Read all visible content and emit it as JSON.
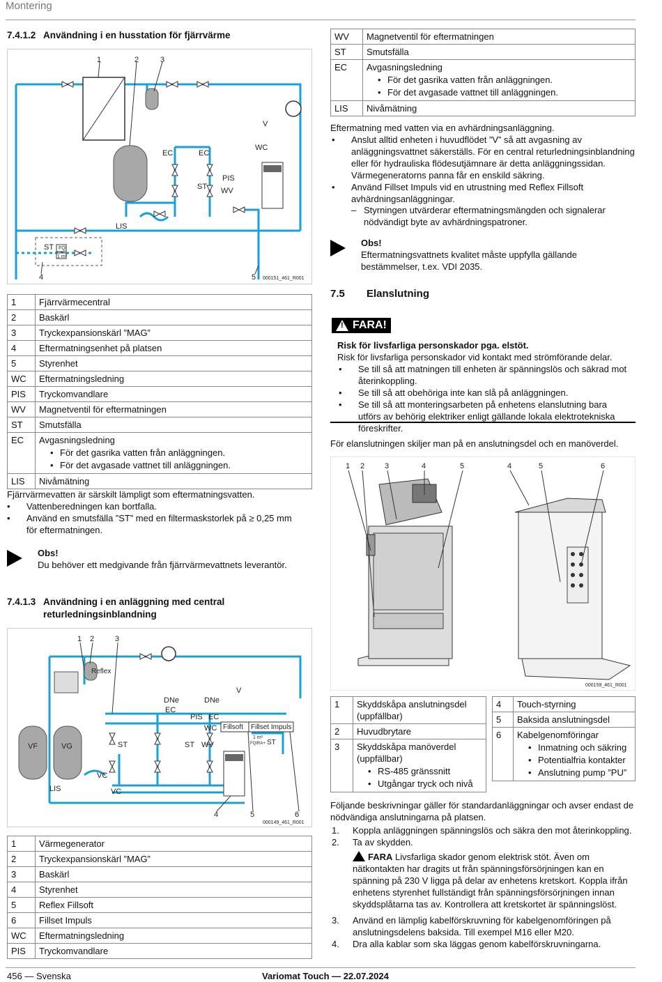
{
  "header": {
    "title": "Montering"
  },
  "footer": {
    "page": "456",
    "sep": "—",
    "language": "Svenska",
    "doc": "Variomat Touch — 22.07.2024"
  },
  "sec1": {
    "num": "7.4.1.2",
    "title": "Användning i en husstation för fjärrvärme"
  },
  "fig1": {
    "callouts": [
      "1",
      "2",
      "3",
      "4",
      "5"
    ],
    "labels": {
      "ec1": "EC",
      "ec2": "EC",
      "wc": "WC",
      "pis": "PIS",
      "st": "ST",
      "wv": "WV",
      "lis": "LIS",
      "v": "V",
      "st2": "ST",
      "fqi": "FQI",
      "m3": "1 m³"
    },
    "code": "000151_461_R001"
  },
  "table1": [
    {
      "k": "1",
      "v": "Fjärrvärmecentral"
    },
    {
      "k": "2",
      "v": "Baskärl"
    },
    {
      "k": "3",
      "v": "Tryckexpansionskärl ”MAG”"
    },
    {
      "k": "4",
      "v": "Eftermatningsenhet på platsen"
    },
    {
      "k": "5",
      "v": "Styrenhet"
    },
    {
      "k": "WC",
      "v": "Eftermatningsledning"
    },
    {
      "k": "PIS",
      "v": "Tryckomvandlare"
    },
    {
      "k": "WV",
      "v": "Magnetventil för eftermatningen"
    },
    {
      "k": "ST",
      "v": "Smutsfälla"
    },
    {
      "k": "EC",
      "v": "Avgasningsledning",
      "items": [
        "För det gasrika vatten från anläggningen.",
        "För det avgasade vattnet till anläggningen."
      ]
    },
    {
      "k": "LIS",
      "v": "Nivåmätning"
    }
  ],
  "para1": "Fjärrvärmevatten är särskilt lämpligt som eftermatningsvatten.",
  "list1": [
    "Vattenberedningen kan bortfalla.",
    "Använd en smutsfälla ”ST” med en filtermaskstorlek på ≥ 0,25 mm för eftermatningen."
  ],
  "note1": {
    "title": "Obs!",
    "text": "Du behöver ett medgivande från fjärrvärmevattnets leverantör."
  },
  "sec2": {
    "num": "7.4.1.3",
    "title": "Användning i en anläggning med central",
    "title2": "returledningsinblandning"
  },
  "fig2": {
    "callouts": [
      "1",
      "2",
      "3",
      "4",
      "5",
      "6"
    ],
    "labels": {
      "reflex": "Reflex",
      "vf": "VF",
      "vg": "VG",
      "lis": "LIS",
      "vc1": "VC",
      "vc2": "VC",
      "dne1": "DNe",
      "dne2": "DNe",
      "ec1": "EC",
      "ec2": "EC",
      "pis": "PIS",
      "wc": "WC",
      "st1": "ST",
      "st2": "ST",
      "wv": "WV",
      "fillsoft": "Fillsoft",
      "fillset": "Fillset Impuls",
      "st3": "ST",
      "m3": "1 m³",
      "fqira": "FQIRA+",
      "v": "V"
    },
    "code": "000149_461_R001"
  },
  "table2": [
    {
      "k": "1",
      "v": "Värmegenerator"
    },
    {
      "k": "2",
      "v": "Tryckexpansionskärl ”MAG”"
    },
    {
      "k": "3",
      "v": "Baskärl"
    },
    {
      "k": "4",
      "v": "Styrenhet"
    },
    {
      "k": "5",
      "v": "Reflex Fillsoft"
    },
    {
      "k": "6",
      "v": "Fillset Impuls"
    },
    {
      "k": "WC",
      "v": "Eftermatningsledning"
    },
    {
      "k": "PIS",
      "v": "Tryckomvandlare"
    }
  ],
  "table3": [
    {
      "k": "WV",
      "v": "Magnetventil för eftermatningen"
    },
    {
      "k": "ST",
      "v": "Smutsfälla"
    },
    {
      "k": "EC",
      "v": "Avgasningsledning",
      "items": [
        "För det gasrika vatten från anläggningen.",
        "För det avgasade vattnet till anläggningen."
      ]
    },
    {
      "k": "LIS",
      "v": "Nivåmätning"
    }
  ],
  "para2": "Eftermatning med vatten via en avhärdningsanläggning.",
  "list2": [
    "Anslut alltid enheten i huvudflödet ”V” så att avgasning av anläggningsvattnet säkerställs. För en central returledningsinblandning eller för hydrauliska flödesutjämnare är detta anläggningssidan. Värmegeneratorns panna får en enskild säkring.",
    "Använd Fillset Impuls vid en utrustning med Reflex Fillsoft avhärdningsanläggningar."
  ],
  "dash2": "Styrningen utvärderar eftermatningsmängden och signalerar nödvändigt byte av avhärdningspatroner.",
  "note2": {
    "title": "Obs!",
    "text": "Eftermatningsvattnets kvalitet måste uppfylla gällande bestämmelser, t.ex. VDI 2035."
  },
  "sec3": {
    "num": "7.5",
    "title": "Elanslutning"
  },
  "warn": {
    "label": "FARA!",
    "title": "Risk för livsfarliga personskador pga. elstöt.",
    "text": "Risk för livsfarliga personskador vid kontakt med strömförande delar.",
    "items": [
      "Se till så att matningen till enheten är spänningslös och säkrad mot återinkoppling.",
      "Se till så att obehöriga inte kan slå på anläggningen.",
      "Se till så att monteringsarbeten på enhetens elanslutning bara utförs av behörig elektriker enligt gällande lokala elektrotekniska föreskrifter."
    ]
  },
  "para3": "För elanslutningen skiljer man på en anslutningsdel och en manöverdel.",
  "fig3": {
    "callouts_left": [
      "1",
      "2",
      "3",
      "4",
      "5"
    ],
    "callouts_right": [
      "4",
      "5",
      "6"
    ],
    "code": "000159_461_R001"
  },
  "table4": [
    {
      "k": "1",
      "v": "Skyddskåpa anslutningsdel (uppfällbar)"
    },
    {
      "k": "2",
      "v": "Huvudbrytare"
    },
    {
      "k": "3",
      "v": "Skyddskåpa manöverdel (uppfällbar)",
      "items": [
        "RS-485 gränssnitt",
        "Utgångar tryck och nivå"
      ]
    }
  ],
  "table5": [
    {
      "k": "4",
      "v": "Touch-styrning"
    },
    {
      "k": "5",
      "v": "Baksida anslutningsdel"
    },
    {
      "k": "6",
      "v": "Kabelgenomföringar",
      "items": [
        "Inmatning och säkring",
        "Potentialfria kontakter",
        "Anslutning pump ”PU”"
      ]
    }
  ],
  "para4": "Följande beskrivningar gäller för standardanläggningar och avser endast de nödvändiga anslutningarna på platsen.",
  "steps": [
    {
      "n": "1.",
      "t": "Koppla anläggningen spänningslös och säkra den mot återinkoppling."
    },
    {
      "n": "2.",
      "t": "Ta av skydden."
    }
  ],
  "inlinewarn": {
    "label": "FARA",
    "text": "Livsfarliga skador genom elektrisk stöt. Även om nätkontakten har dragits ut från spänningsförsörjningen kan en spänning på 230 V ligga på delar av enhetens kretskort. Koppla ifrån enhetens styrenhet fullständigt från spänningsförsörjningen innan skyddsplåtarna tas av. Kontrollera att kretskortet är spänningslöst."
  },
  "steps2": [
    {
      "n": "3.",
      "t": "Använd en lämplig kabelförskruvning för kabelgenomföringen på anslutningsdelens baksida. Till exempel M16 eller M20."
    },
    {
      "n": "4.",
      "t": "Dra alla kablar som ska läggas genom kabelförskruvningarna."
    }
  ],
  "colors": {
    "pipe": "#1aa0d8",
    "vessel": "#9a9a9a",
    "text": "#111111"
  }
}
